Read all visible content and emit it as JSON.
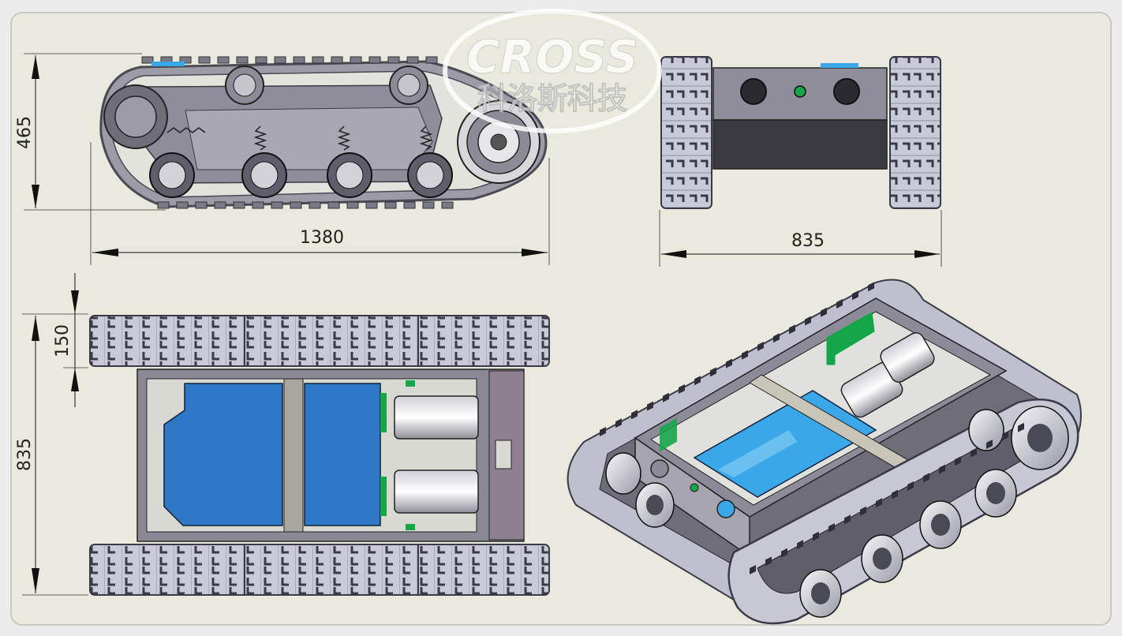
{
  "watermark": {
    "brand": "CROSS",
    "company": "科洛斯科技"
  },
  "dimensions": {
    "side_height": "465",
    "side_length": "1380",
    "front_width": "835",
    "track_width": "150",
    "top_width": "835"
  },
  "colors": {
    "background": "#e9e9dd",
    "frame": "#d9d9d4",
    "battery": "#2f78c8",
    "battery_iso": "#3aa8e8",
    "green": "#16a64a",
    "metal": "#8c8a94",
    "track": "#cfd0dc"
  }
}
